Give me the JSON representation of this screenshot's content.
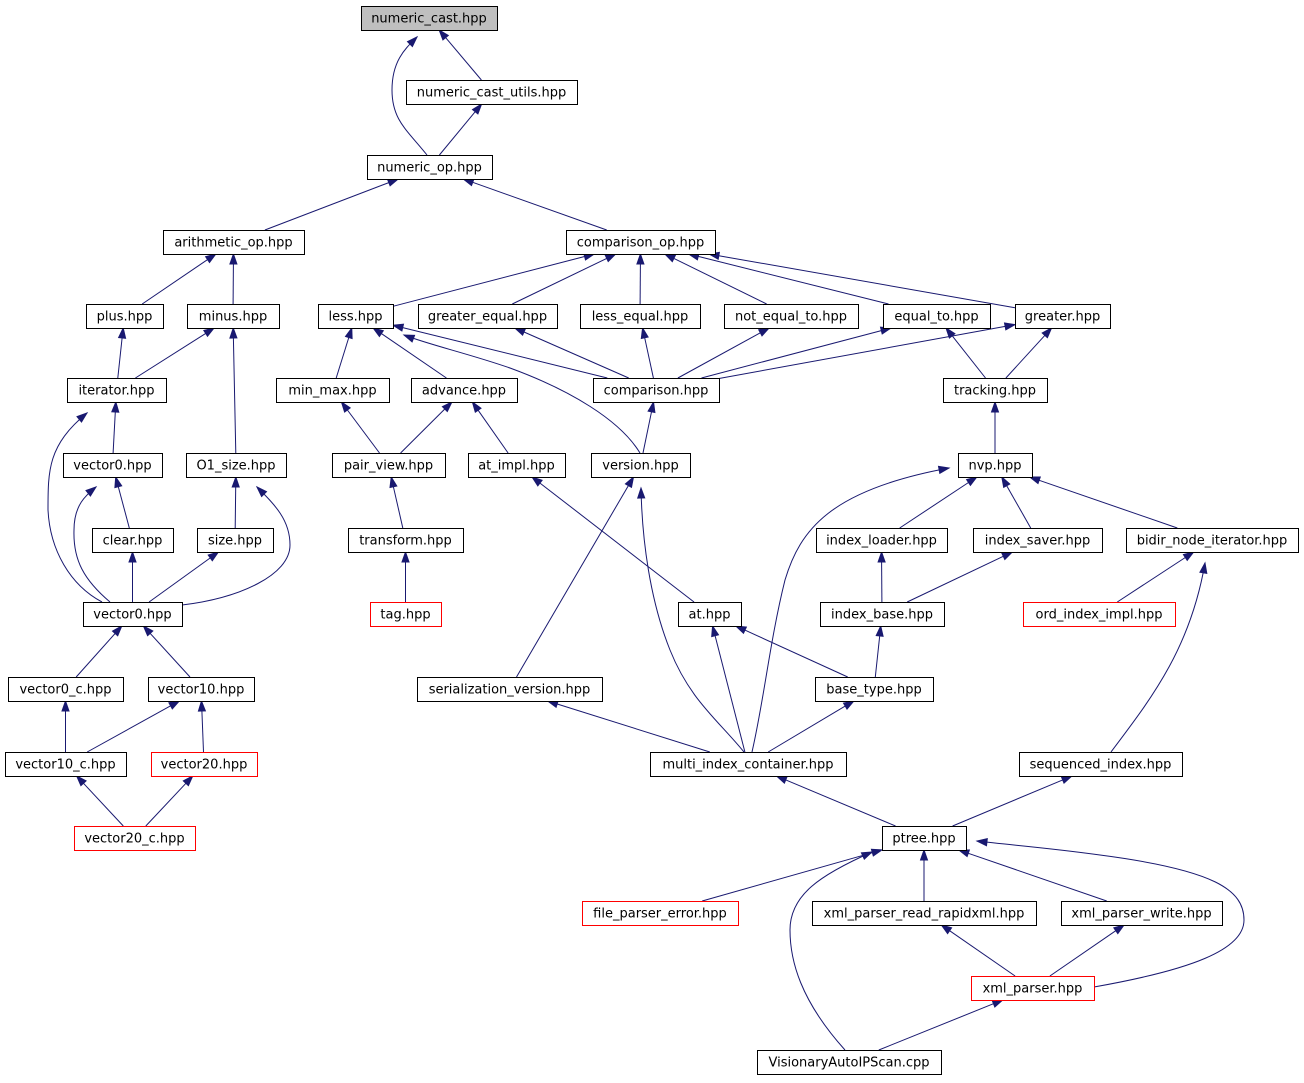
{
  "nodes": [
    {
      "id": "numeric_cast",
      "label": "numeric_cast.hpp",
      "style": "root"
    },
    {
      "id": "numeric_cast_utils",
      "label": "numeric_cast_utils.hpp",
      "style": "normal"
    },
    {
      "id": "numeric_op",
      "label": "numeric_op.hpp",
      "style": "normal"
    },
    {
      "id": "arithmetic_op",
      "label": "arithmetic_op.hpp",
      "style": "normal"
    },
    {
      "id": "comparison_op",
      "label": "comparison_op.hpp",
      "style": "normal"
    },
    {
      "id": "plus",
      "label": "plus.hpp",
      "style": "normal"
    },
    {
      "id": "minus",
      "label": "minus.hpp",
      "style": "normal"
    },
    {
      "id": "less",
      "label": "less.hpp",
      "style": "normal"
    },
    {
      "id": "greater_equal",
      "label": "greater_equal.hpp",
      "style": "normal"
    },
    {
      "id": "less_equal",
      "label": "less_equal.hpp",
      "style": "normal"
    },
    {
      "id": "not_equal_to",
      "label": "not_equal_to.hpp",
      "style": "normal"
    },
    {
      "id": "equal_to",
      "label": "equal_to.hpp",
      "style": "normal"
    },
    {
      "id": "greater",
      "label": "greater.hpp",
      "style": "normal"
    },
    {
      "id": "iterator",
      "label": "iterator.hpp",
      "style": "normal"
    },
    {
      "id": "min_max",
      "label": "min_max.hpp",
      "style": "normal"
    },
    {
      "id": "advance",
      "label": "advance.hpp",
      "style": "normal"
    },
    {
      "id": "comparison",
      "label": "comparison.hpp",
      "style": "normal"
    },
    {
      "id": "tracking",
      "label": "tracking.hpp",
      "style": "normal"
    },
    {
      "id": "vector0a",
      "label": "vector0.hpp",
      "style": "normal"
    },
    {
      "id": "o1_size",
      "label": "O1_size.hpp",
      "style": "normal"
    },
    {
      "id": "pair_view",
      "label": "pair_view.hpp",
      "style": "normal"
    },
    {
      "id": "at_impl",
      "label": "at_impl.hpp",
      "style": "normal"
    },
    {
      "id": "version",
      "label": "version.hpp",
      "style": "normal"
    },
    {
      "id": "nvp",
      "label": "nvp.hpp",
      "style": "normal"
    },
    {
      "id": "clear",
      "label": "clear.hpp",
      "style": "normal"
    },
    {
      "id": "size",
      "label": "size.hpp",
      "style": "normal"
    },
    {
      "id": "transform",
      "label": "transform.hpp",
      "style": "normal"
    },
    {
      "id": "index_loader",
      "label": "index_loader.hpp",
      "style": "normal"
    },
    {
      "id": "index_saver",
      "label": "index_saver.hpp",
      "style": "normal"
    },
    {
      "id": "bidir_node_iterator",
      "label": "bidir_node_iterator.hpp",
      "style": "normal"
    },
    {
      "id": "vector0b",
      "label": "vector0.hpp",
      "style": "normal"
    },
    {
      "id": "tag",
      "label": "tag.hpp",
      "style": "red"
    },
    {
      "id": "at",
      "label": "at.hpp",
      "style": "normal"
    },
    {
      "id": "index_base",
      "label": "index_base.hpp",
      "style": "normal"
    },
    {
      "id": "ord_index_impl",
      "label": "ord_index_impl.hpp",
      "style": "red"
    },
    {
      "id": "vector0_c",
      "label": "vector0_c.hpp",
      "style": "normal"
    },
    {
      "id": "vector10",
      "label": "vector10.hpp",
      "style": "normal"
    },
    {
      "id": "serialization_version",
      "label": "serialization_version.hpp",
      "style": "normal"
    },
    {
      "id": "base_type",
      "label": "base_type.hpp",
      "style": "normal"
    },
    {
      "id": "vector10_c",
      "label": "vector10_c.hpp",
      "style": "normal"
    },
    {
      "id": "vector20",
      "label": "vector20.hpp",
      "style": "red"
    },
    {
      "id": "multi_index_container",
      "label": "multi_index_container.hpp",
      "style": "normal"
    },
    {
      "id": "sequenced_index",
      "label": "sequenced_index.hpp",
      "style": "normal"
    },
    {
      "id": "vector20_c",
      "label": "vector20_c.hpp",
      "style": "red"
    },
    {
      "id": "ptree",
      "label": "ptree.hpp",
      "style": "normal"
    },
    {
      "id": "file_parser_error",
      "label": "file_parser_error.hpp",
      "style": "red"
    },
    {
      "id": "xml_parser_read_rapidxml",
      "label": "xml_parser_read_rapidxml.hpp",
      "style": "normal"
    },
    {
      "id": "xml_parser_write",
      "label": "xml_parser_write.hpp",
      "style": "normal"
    },
    {
      "id": "xml_parser",
      "label": "xml_parser.hpp",
      "style": "red"
    },
    {
      "id": "visionary",
      "label": "VisionaryAutoIPScan.cpp",
      "style": "normal"
    }
  ],
  "edges": [
    {
      "from": "numeric_cast_utils",
      "to": "numeric_cast"
    },
    {
      "from": "numeric_op",
      "to": "numeric_cast"
    },
    {
      "from": "numeric_op",
      "to": "numeric_cast_utils"
    },
    {
      "from": "arithmetic_op",
      "to": "numeric_op"
    },
    {
      "from": "comparison_op",
      "to": "numeric_op"
    },
    {
      "from": "plus",
      "to": "arithmetic_op"
    },
    {
      "from": "minus",
      "to": "arithmetic_op"
    },
    {
      "from": "less",
      "to": "comparison_op"
    },
    {
      "from": "greater_equal",
      "to": "comparison_op"
    },
    {
      "from": "less_equal",
      "to": "comparison_op"
    },
    {
      "from": "not_equal_to",
      "to": "comparison_op"
    },
    {
      "from": "equal_to",
      "to": "comparison_op"
    },
    {
      "from": "greater",
      "to": "comparison_op"
    },
    {
      "from": "iterator",
      "to": "plus"
    },
    {
      "from": "iterator",
      "to": "minus"
    },
    {
      "from": "o1_size",
      "to": "minus"
    },
    {
      "from": "min_max",
      "to": "less"
    },
    {
      "from": "advance",
      "to": "less"
    },
    {
      "from": "comparison",
      "to": "less"
    },
    {
      "from": "version",
      "to": "less"
    },
    {
      "from": "comparison",
      "to": "greater_equal"
    },
    {
      "from": "comparison",
      "to": "less_equal"
    },
    {
      "from": "comparison",
      "to": "not_equal_to"
    },
    {
      "from": "comparison",
      "to": "equal_to"
    },
    {
      "from": "comparison",
      "to": "greater"
    },
    {
      "from": "tracking",
      "to": "equal_to"
    },
    {
      "from": "tracking",
      "to": "greater"
    },
    {
      "from": "vector0a",
      "to": "iterator"
    },
    {
      "from": "vector0b",
      "to": "iterator"
    },
    {
      "from": "pair_view",
      "to": "min_max"
    },
    {
      "from": "pair_view",
      "to": "advance"
    },
    {
      "from": "at_impl",
      "to": "advance"
    },
    {
      "from": "version",
      "to": "comparison"
    },
    {
      "from": "nvp",
      "to": "tracking"
    },
    {
      "from": "clear",
      "to": "vector0a"
    },
    {
      "from": "vector0b",
      "to": "vector0a"
    },
    {
      "from": "size",
      "to": "o1_size"
    },
    {
      "from": "vector0b",
      "to": "o1_size"
    },
    {
      "from": "transform",
      "to": "pair_view"
    },
    {
      "from": "at",
      "to": "at_impl"
    },
    {
      "from": "serialization_version",
      "to": "version"
    },
    {
      "from": "multi_index_container",
      "to": "version"
    },
    {
      "from": "index_loader",
      "to": "nvp"
    },
    {
      "from": "index_saver",
      "to": "nvp"
    },
    {
      "from": "bidir_node_iterator",
      "to": "nvp"
    },
    {
      "from": "multi_index_container",
      "to": "nvp"
    },
    {
      "from": "vector0b",
      "to": "clear"
    },
    {
      "from": "vector0b",
      "to": "size"
    },
    {
      "from": "tag",
      "to": "transform"
    },
    {
      "from": "index_base",
      "to": "index_loader"
    },
    {
      "from": "index_base",
      "to": "index_saver"
    },
    {
      "from": "ord_index_impl",
      "to": "bidir_node_iterator"
    },
    {
      "from": "sequenced_index",
      "to": "bidir_node_iterator"
    },
    {
      "from": "vector0_c",
      "to": "vector0b"
    },
    {
      "from": "vector10",
      "to": "vector0b"
    },
    {
      "from": "multi_index_container",
      "to": "at"
    },
    {
      "from": "base_type",
      "to": "at"
    },
    {
      "from": "base_type",
      "to": "index_base"
    },
    {
      "from": "vector10_c",
      "to": "vector0_c"
    },
    {
      "from": "vector10_c",
      "to": "vector10"
    },
    {
      "from": "vector20",
      "to": "vector10"
    },
    {
      "from": "multi_index_container",
      "to": "serialization_version"
    },
    {
      "from": "multi_index_container",
      "to": "base_type"
    },
    {
      "from": "vector20_c",
      "to": "vector10_c"
    },
    {
      "from": "vector20_c",
      "to": "vector20"
    },
    {
      "from": "ptree",
      "to": "multi_index_container"
    },
    {
      "from": "ptree",
      "to": "sequenced_index"
    },
    {
      "from": "file_parser_error",
      "to": "ptree"
    },
    {
      "from": "xml_parser_read_rapidxml",
      "to": "ptree"
    },
    {
      "from": "xml_parser_write",
      "to": "ptree"
    },
    {
      "from": "xml_parser",
      "to": "ptree"
    },
    {
      "from": "visionary",
      "to": "ptree"
    },
    {
      "from": "xml_parser",
      "to": "xml_parser_read_rapidxml"
    },
    {
      "from": "xml_parser",
      "to": "xml_parser_write"
    },
    {
      "from": "visionary",
      "to": "xml_parser"
    }
  ],
  "colors": {
    "edge": "#191970",
    "root_fill": "#bfbfbf",
    "red_border": "#ff0000",
    "border": "#000000"
  }
}
